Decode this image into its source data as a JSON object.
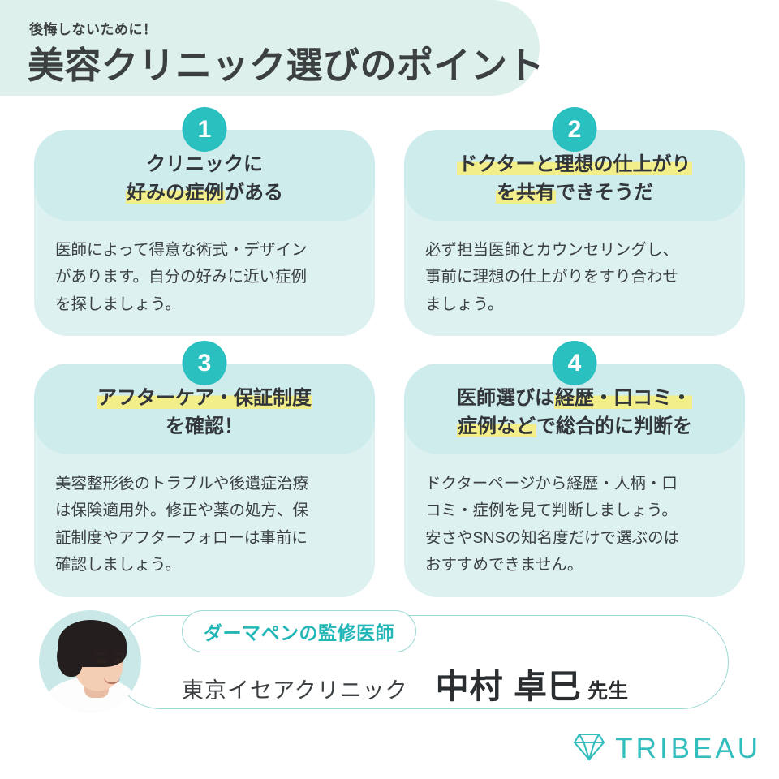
{
  "header": {
    "kicker": "後悔しないために！",
    "title": "美容クリニック選びのポイント",
    "banner_color": "#DDF0EC"
  },
  "theme": {
    "accent_teal": "#2BC0C0",
    "card_head": "#CDECEB",
    "card_body": "#DDF2F0",
    "highlight_yellow": "#F2EE8A",
    "text_dark": "#3C4043",
    "logo_teal": "#33BDBD"
  },
  "cards": [
    {
      "number": "1",
      "head_lines": [
        [
          {
            "t": "クリニックに",
            "hl": false
          }
        ],
        [
          {
            "t": "好みの症例",
            "hl": true
          },
          {
            "t": "がある",
            "hl": false
          }
        ]
      ],
      "body_lines": [
        "医師によって得意な術式・デザイン",
        "があります。自分の好みに近い症例",
        "を探しましょう。"
      ]
    },
    {
      "number": "2",
      "head_lines": [
        [
          {
            "t": "ドクターと理想の仕上がり",
            "hl": true
          }
        ],
        [
          {
            "t": "を共有",
            "hl": true
          },
          {
            "t": "できそうだ",
            "hl": false
          }
        ]
      ],
      "body_lines": [
        "必ず担当医師とカウンセリングし、",
        "事前に理想の仕上がりをすり合わせ",
        "ましょう。"
      ]
    },
    {
      "number": "3",
      "head_lines": [
        [
          {
            "t": "アフターケア・保証制度",
            "hl": true
          }
        ],
        [
          {
            "t": "を確認！",
            "hl": false
          }
        ]
      ],
      "body_lines": [
        "美容整形後のトラブルや後遺症治療",
        "は保険適用外。修正や薬の処方、保",
        "証制度やアフターフォローは事前に",
        "確認しましょう。"
      ]
    },
    {
      "number": "4",
      "head_lines": [
        [
          {
            "t": "医師選びは",
            "hl": false
          },
          {
            "t": "経歴・口コミ・",
            "hl": true
          }
        ],
        [
          {
            "t": "症例など",
            "hl": true
          },
          {
            "t": "で総合的に判断を",
            "hl": false
          }
        ]
      ],
      "body_lines": [
        "ドクターページから経歴・人柄・口",
        "コミ・症例を見て判断しましょう。",
        "安さやSNSの知名度だけで選ぶのは",
        "おすすめできません。"
      ]
    }
  ],
  "doctor": {
    "badge": "ダーマペンの監修医師",
    "clinic": "東京イセアクリニック",
    "name": "中村 卓巳",
    "honorific": "先生"
  },
  "logo": {
    "text": "TRIBEAU",
    "icon": "diamond-icon"
  }
}
